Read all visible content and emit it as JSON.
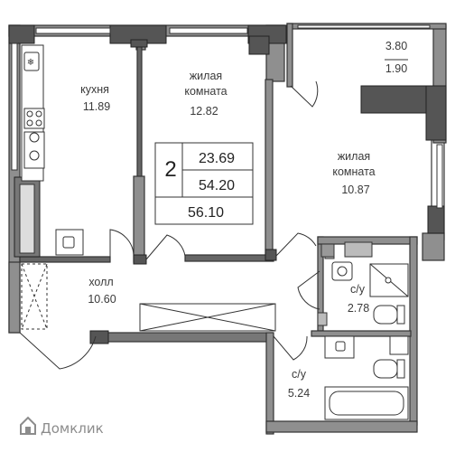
{
  "rooms": {
    "kitchen": {
      "name": "кухня",
      "area": "11.89"
    },
    "living1": {
      "name1": "жилая",
      "name2": "комната",
      "area": "12.82"
    },
    "living2": {
      "name1": "жилая",
      "name2": "комната",
      "area": "10.87"
    },
    "balcony": {
      "area_top": "3.80",
      "area_bottom": "1.90"
    },
    "hall": {
      "name": "холл",
      "area": "10.60"
    },
    "bath1": {
      "name": "с/у",
      "area": "2.78"
    },
    "bath2": {
      "name": "с/у",
      "area": "5.24"
    }
  },
  "summary": {
    "rooms_count": "2",
    "living_area": "23.69",
    "usable_area": "54.20",
    "total_area": "56.10"
  },
  "watermark": {
    "text": "Домклик"
  },
  "colors": {
    "wall": "#8a8a8a",
    "wall_dark": "#3c3c3c",
    "line": "#333333"
  }
}
